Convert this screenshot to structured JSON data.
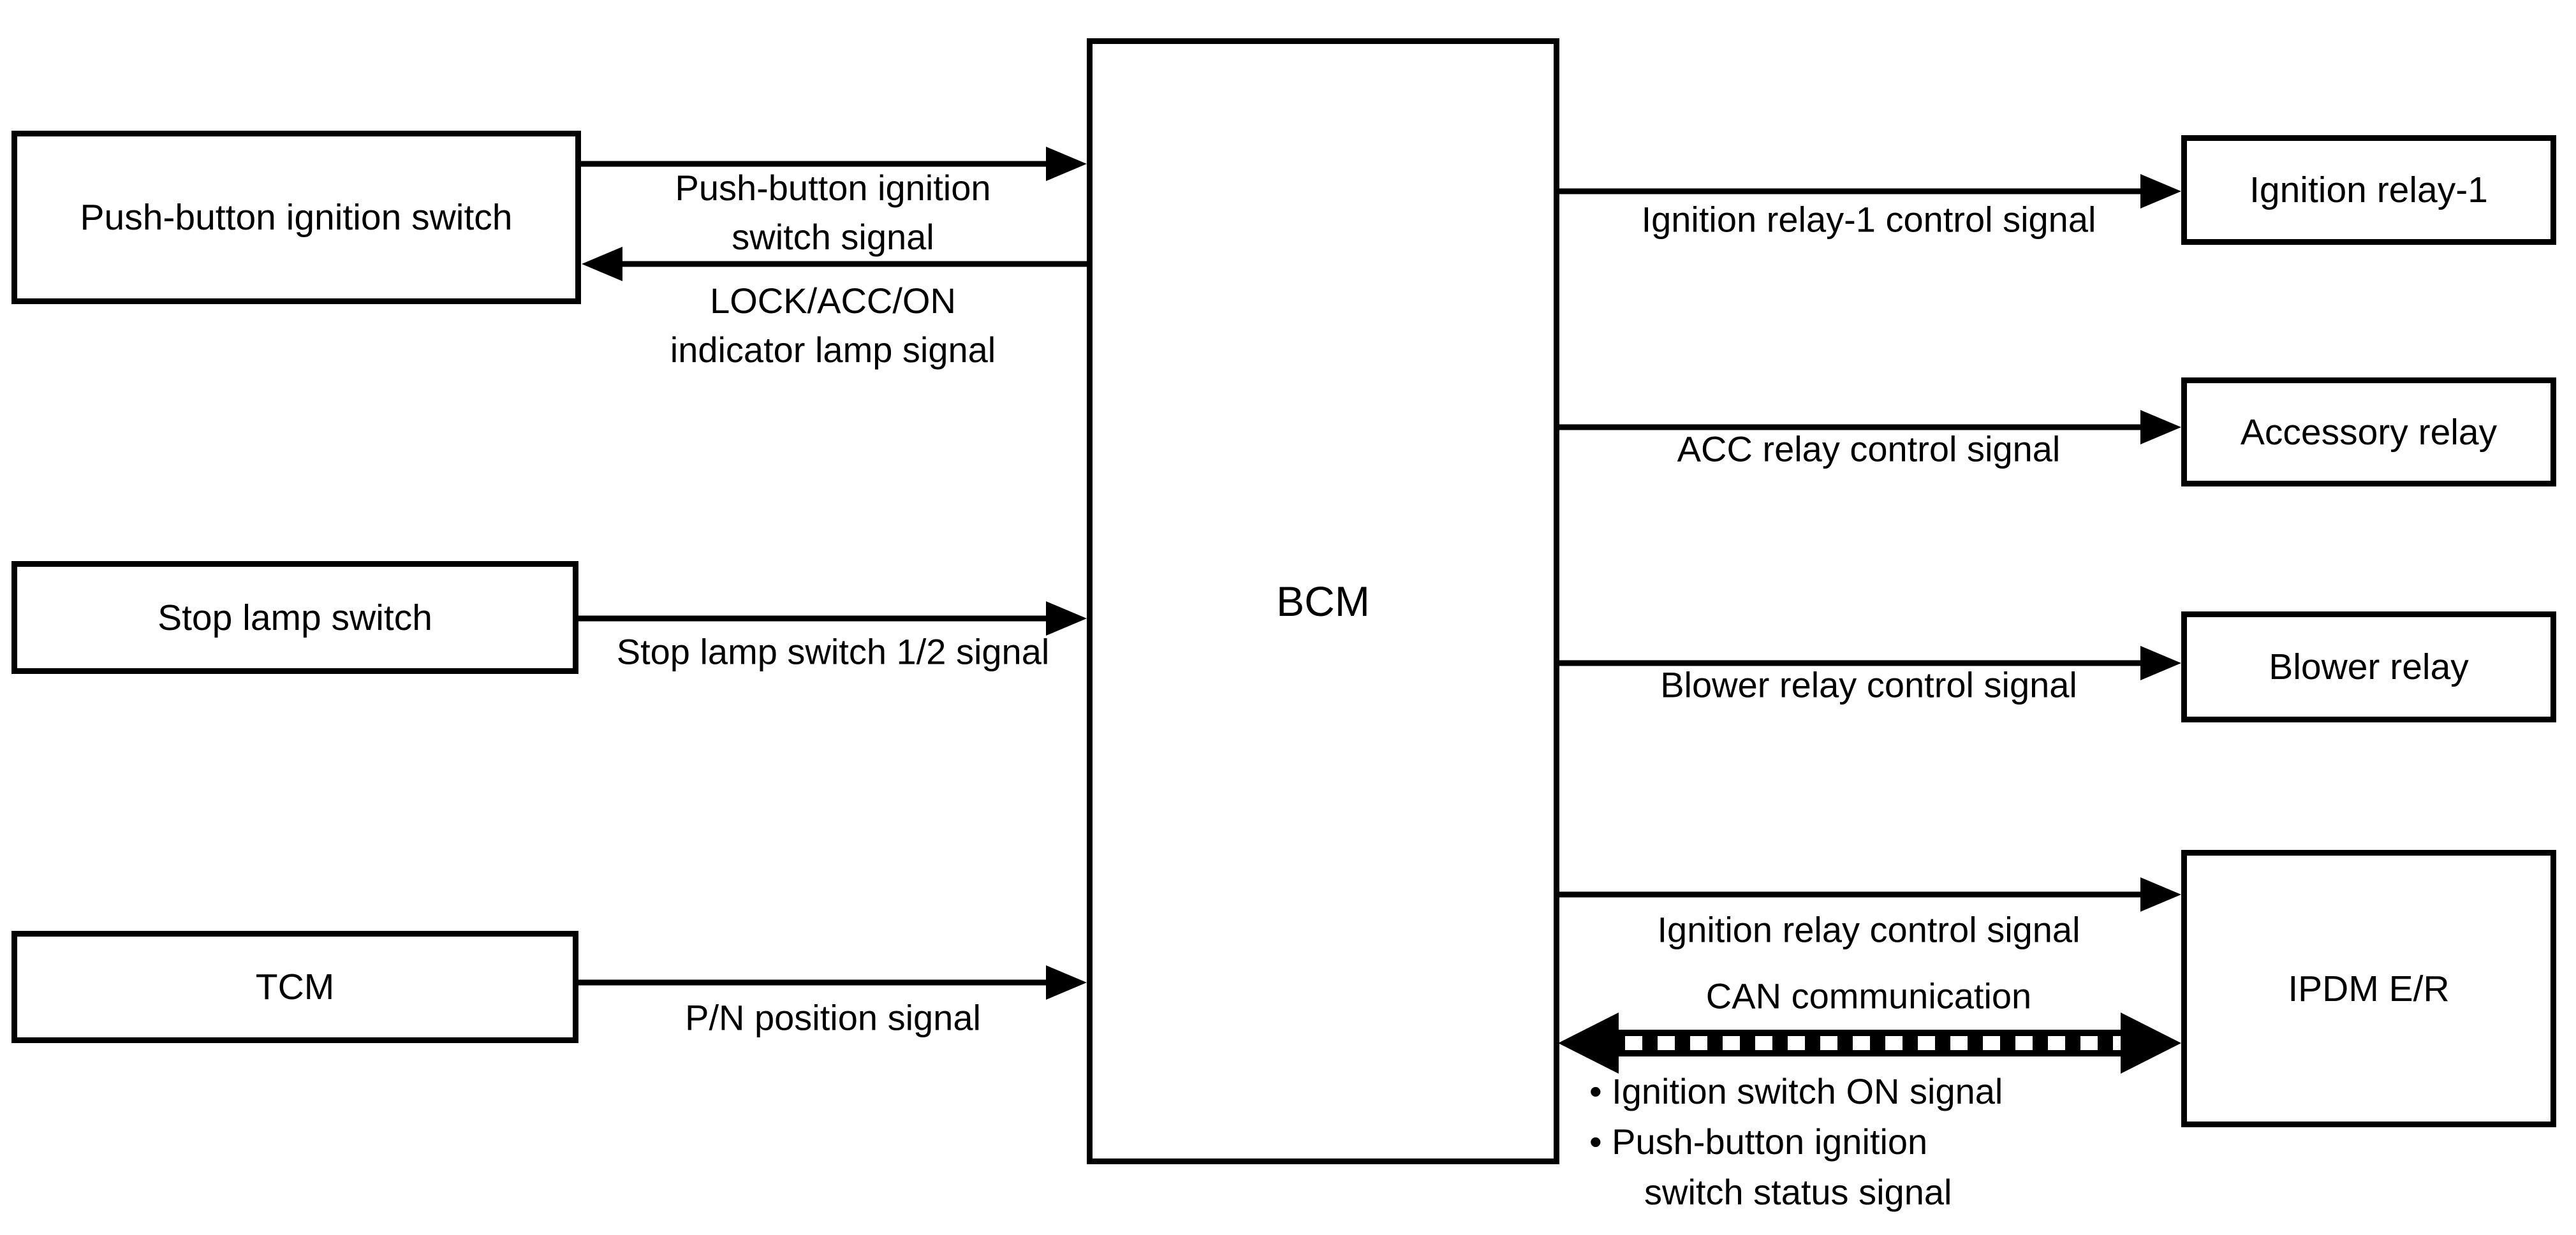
{
  "diagram": {
    "nodes": {
      "push_button": {
        "label": "Push-button ignition switch"
      },
      "stop_lamp": {
        "label": "Stop lamp switch"
      },
      "tcm": {
        "label": "TCM"
      },
      "bcm": {
        "label": "BCM"
      },
      "ignition_relay_1": {
        "label": "Ignition relay-1"
      },
      "accessory_relay": {
        "label": "Accessory relay"
      },
      "blower_relay": {
        "label": "Blower relay"
      },
      "ipdm": {
        "label": "IPDM E/R"
      }
    },
    "edges": {
      "push_to_bcm": {
        "line1": "Push-button ignition",
        "line2": "switch signal"
      },
      "bcm_to_push": {
        "line1": "LOCK/ACC/ON",
        "line2": "indicator lamp signal"
      },
      "stop_to_bcm": {
        "label": "Stop lamp switch 1/2 signal"
      },
      "tcm_to_bcm": {
        "label": "P/N position signal"
      },
      "bcm_to_ign1": {
        "label": "Ignition relay-1 control signal"
      },
      "bcm_to_acc": {
        "label": "ACC relay control signal"
      },
      "bcm_to_blower": {
        "label": "Blower relay control signal"
      },
      "bcm_to_ipdm": {
        "label": "Ignition relay control signal"
      },
      "can": {
        "label": "CAN communication",
        "bullets": [
          "• Ignition switch ON signal",
          "• Push-button ignition",
          "switch status signal"
        ]
      }
    },
    "colors": {
      "line": "#000000",
      "background": "#ffffff"
    }
  }
}
